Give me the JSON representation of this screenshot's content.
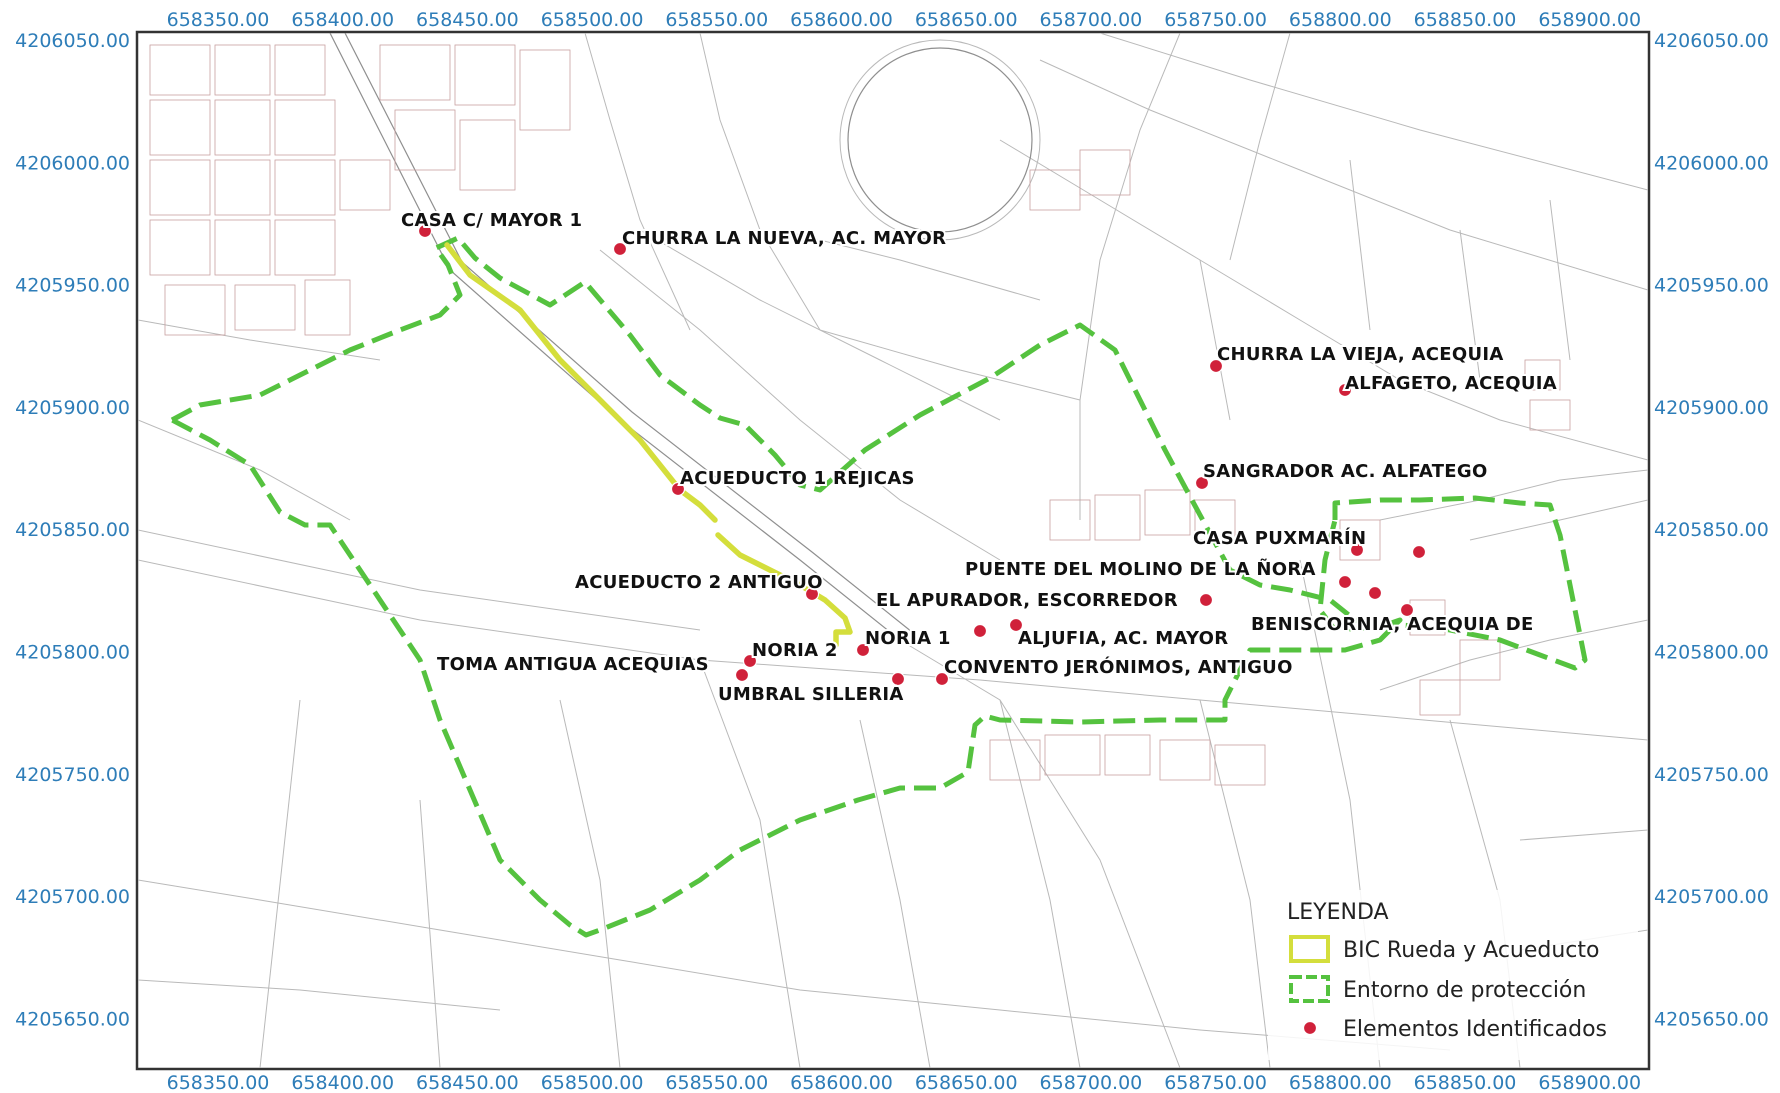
{
  "map": {
    "x_ticks": [
      "658350.00",
      "658400.00",
      "658450.00",
      "658500.00",
      "658550.00",
      "658600.00",
      "658650.00",
      "658700.00",
      "658750.00",
      "658800.00",
      "658850.00",
      "658900.00"
    ],
    "y_ticks": [
      "4206050.00",
      "4206000.00",
      "4205950.00",
      "4205900.00",
      "4205850.00",
      "4205800.00",
      "4205750.00",
      "4205700.00",
      "4205650.00"
    ],
    "colors": {
      "bic": "#d4de3c",
      "entorno": "#55c23f",
      "points": "#d0213a",
      "coords": "#2e7db8"
    },
    "points": [
      {
        "name": "casa-c-mayor-1",
        "label": "CASA C/ MAYOR 1"
      },
      {
        "name": "churra-la-nueva",
        "label": "CHURRA LA NUEVA,  AC. MAYOR"
      },
      {
        "name": "churra-la-vieja",
        "label": "CHURRA LA VIEJA, ACEQUIA"
      },
      {
        "name": "alfageto",
        "label": "ALFAGETO, ACEQUIA"
      },
      {
        "name": "sangrador",
        "label": "SANGRADOR AC. ALFATEGO"
      },
      {
        "name": "acueducto-1",
        "label": "ACUEDUCTO 1 REJICAS"
      },
      {
        "name": "casa-puxmarin",
        "label": "CASA PUXMARÍN"
      },
      {
        "name": "puente-molino",
        "label": "PUENTE DEL MOLINO DE LA ÑORA"
      },
      {
        "name": "acueducto-2",
        "label": "ACUEDUCTO 2 ANTIGUO"
      },
      {
        "name": "apurador",
        "label": "EL APURADOR, ESCORREDOR"
      },
      {
        "name": "beniscornia",
        "label": "BENISCORNIA, ACEQUIA DE"
      },
      {
        "name": "noria-1",
        "label": "NORIA 1"
      },
      {
        "name": "aljufia",
        "label": "ALJUFIA, AC. MAYOR"
      },
      {
        "name": "noria-2",
        "label": "NORIA 2"
      },
      {
        "name": "toma-antigua",
        "label": "TOMA ANTIGUA  ACEQUIAS"
      },
      {
        "name": "convento",
        "label": "CONVENTO JERÓNIMOS, ANTIGUO"
      },
      {
        "name": "umbral",
        "label": "UMBRAL SILLERIA"
      }
    ]
  },
  "legend": {
    "title": "LEYENDA",
    "items": [
      {
        "label": "BIC Rueda y Acueducto"
      },
      {
        "label": "Entorno de protección"
      },
      {
        "label": "Elementos Identificados"
      }
    ]
  }
}
